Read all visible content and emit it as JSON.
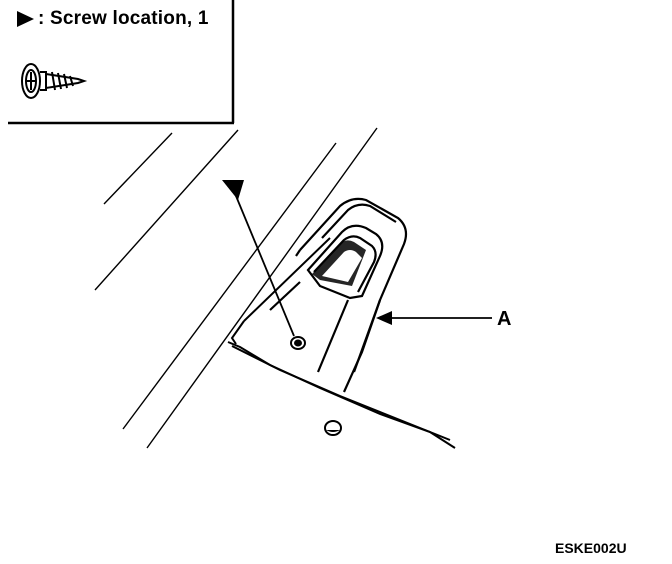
{
  "legend": {
    "screw_location_text": ": Screw location, 1"
  },
  "callout": {
    "label": "A"
  },
  "figure_code": "ESKE002U",
  "icons": {
    "screw": "screw-icon",
    "marker": "triangle-arrow-icon"
  }
}
